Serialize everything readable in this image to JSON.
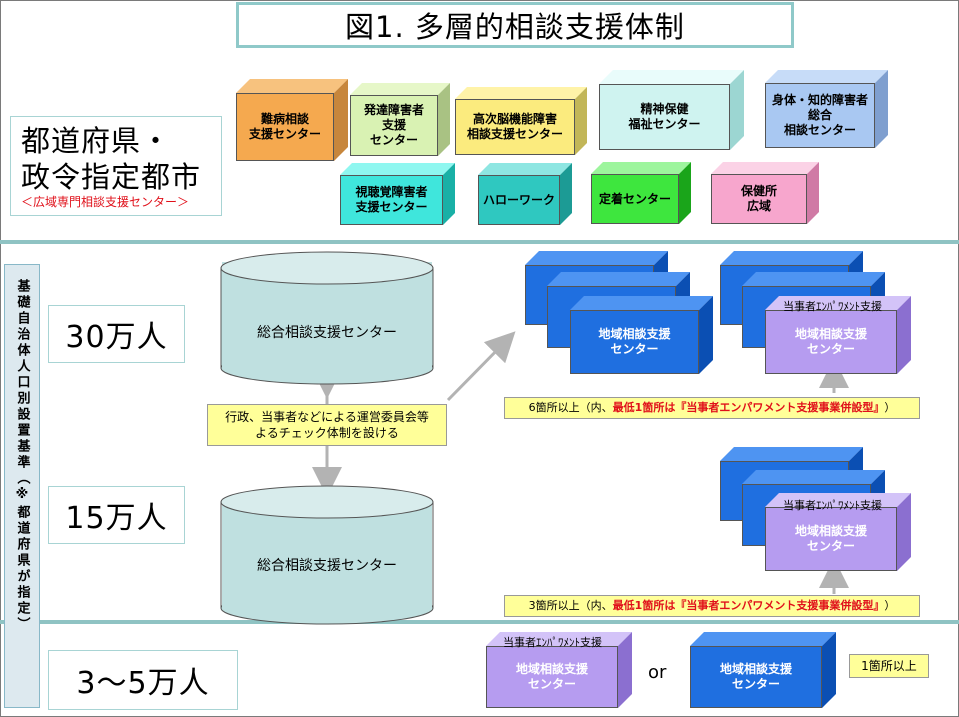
{
  "title": "図1. 多層的相談支援体制",
  "prefecture": {
    "line1": "都道府県・",
    "line2": "政令指定都市",
    "sub": "＜広域専門相談支援センター＞"
  },
  "pref_centers": [
    {
      "line1": "難病相談",
      "line2": "支援センター",
      "line3": ""
    },
    {
      "line1": "発達障害者",
      "line2": "支援",
      "line3": "センター"
    },
    {
      "line1": "高次脳機能障害",
      "line2": "相談支援センター",
      "line3": ""
    },
    {
      "line1": "精神保健",
      "line2": "福祉センター",
      "line3": ""
    },
    {
      "line1": "身体・知的障害者",
      "line2": "総合",
      "line3": "相談センター"
    },
    {
      "line1": "視聴覚障害者",
      "line2": "支援センター",
      "line3": ""
    },
    {
      "line1": "ハローワーク",
      "line2": "",
      "line3": ""
    },
    {
      "line1": "定着センター",
      "line2": "",
      "line3": ""
    },
    {
      "line1": "保健所",
      "line2": "広域",
      "line3": ""
    }
  ],
  "side_label": "基礎自治体人口別設置基準（※都道府県が指定）",
  "populations": {
    "p30": "30万人",
    "p15": "15万人",
    "p3_5": "3〜5万人"
  },
  "cylinders": {
    "top": "総合相談支援センター",
    "bottom": "総合相談支援センター"
  },
  "check_note": {
    "line1": "行政、当事者などによる運営委員会等",
    "line2": "よるチェック体制を設ける"
  },
  "regional_center": {
    "line1": "地域相談支援",
    "line2": "センター"
  },
  "empowerment_tag": "当事者ｴﾝﾊﾟﾜﾒﾝﾄ支援",
  "note30": {
    "pre": "6箇所以上（内、",
    "red": "最低1箇所は『当事者エンパワメント支援事業併設型』",
    "post": "）"
  },
  "note15": {
    "pre": "3箇所以上（内、",
    "red": "最低1箇所は『当事者エンパワメント支援事業併設型』",
    "post": "）"
  },
  "or_text": "or",
  "note3_5": "1箇所以上",
  "colors": {
    "band": "#8fc3c3",
    "blue_box": "#1f6fe0",
    "purple_box": "#b69cf0",
    "cylinder": "#bfe0e0",
    "note": "#ffff99",
    "red": "#e0101a"
  }
}
